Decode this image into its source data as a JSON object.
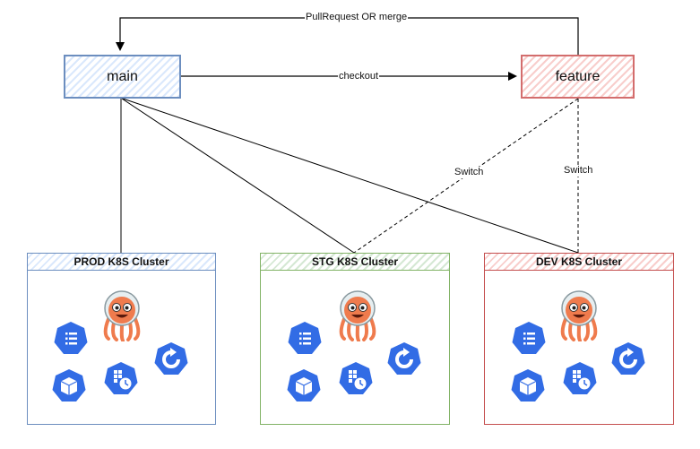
{
  "branches": {
    "main": "main",
    "feature": "feature"
  },
  "edges": {
    "merge": "PullRequest OR merge",
    "checkout": "checkout",
    "switch_stg": "Switch",
    "switch_dev": "Switch"
  },
  "clusters": [
    {
      "label": "PROD K8S Cluster",
      "color": "#6c8ebf"
    },
    {
      "label": "STG K8S Cluster",
      "color": "#82b366"
    },
    {
      "label": "DEV K8S Cluster",
      "color": "#c44e4e"
    }
  ],
  "icons": [
    "argo-octopus-icon",
    "k8s-list-icon",
    "k8s-restart-icon",
    "k8s-cube-icon",
    "k8s-cronjob-icon"
  ],
  "colors": {
    "k8s_blue": "#326ce5",
    "argo_orange": "#ef7b4d"
  }
}
